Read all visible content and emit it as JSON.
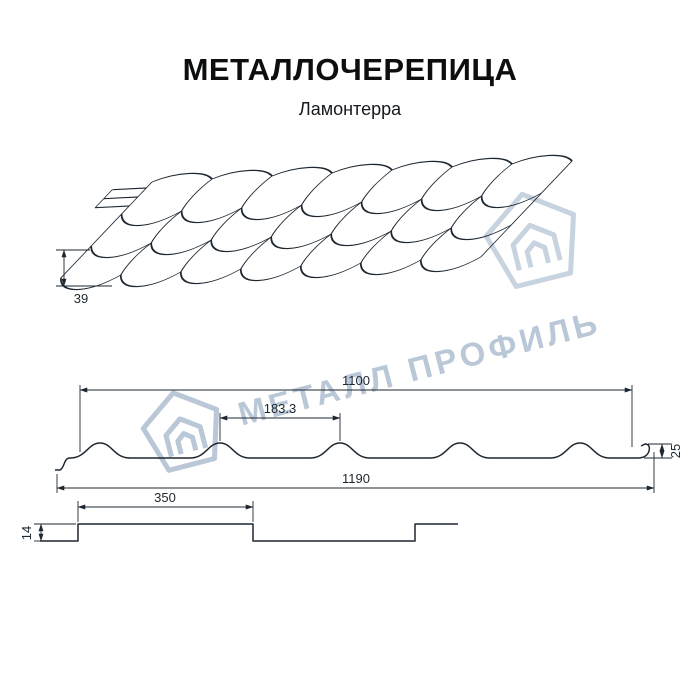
{
  "header": {
    "title": "МЕТАЛЛОЧЕРЕПИЦА",
    "subtitle": "Ламонтерра"
  },
  "watermark": {
    "text": "МЕТАЛЛ ПРОФИЛЬ",
    "color": "#b9c7d7"
  },
  "drawing": {
    "line_color": "#1d2731",
    "perspective": {
      "tile_step_height": "39"
    },
    "profile": {
      "cover_width": "1100",
      "wave_pitch": "183.3",
      "profile_height": "25",
      "overall_width": "1190"
    },
    "overlap": {
      "module_length": "350",
      "step_height": "14"
    }
  }
}
